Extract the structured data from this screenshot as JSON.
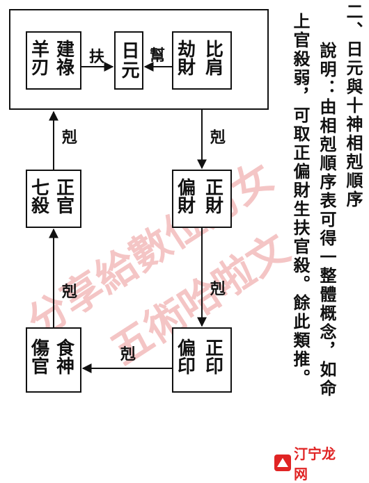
{
  "diagram": {
    "nodes": {
      "yangren_jianlu": {
        "left": "羊刃",
        "right": "建祿"
      },
      "riyuan": {
        "text": "日元"
      },
      "jiecai_bijian": {
        "left": "劫財",
        "right": "比肩"
      },
      "qisha_zhengguan": {
        "left": "七殺",
        "right": "正官"
      },
      "piancai_zhengcai": {
        "left": "偏財",
        "right": "正財"
      },
      "shangguan_shishen": {
        "left": "傷官",
        "right": "食神"
      },
      "pianyin_zhengyin": {
        "left": "偏印",
        "right": "正印"
      }
    },
    "edges": {
      "fu": "扶",
      "bang": "幫",
      "ke_left_top": "剋",
      "ke_right_top": "剋",
      "ke_left_bottom": "剋",
      "ke_right_bottom": "剋",
      "ke_bottom": "剋"
    }
  },
  "text": {
    "heading": "二、日元與十神相剋順序",
    "lines": [
      "說明：由相剋順序表可得一整體概念，如命",
      "上官殺弱，可取正偏財生扶官殺。餘此類推。"
    ]
  },
  "watermark": {
    "line1": "分享給數位男女",
    "line2": "五術哈啦文"
  },
  "logo": {
    "text": "汀宁龙网"
  },
  "colors": {
    "ink": "#111111",
    "watermark": "#d63030",
    "logo": "#e02424"
  }
}
